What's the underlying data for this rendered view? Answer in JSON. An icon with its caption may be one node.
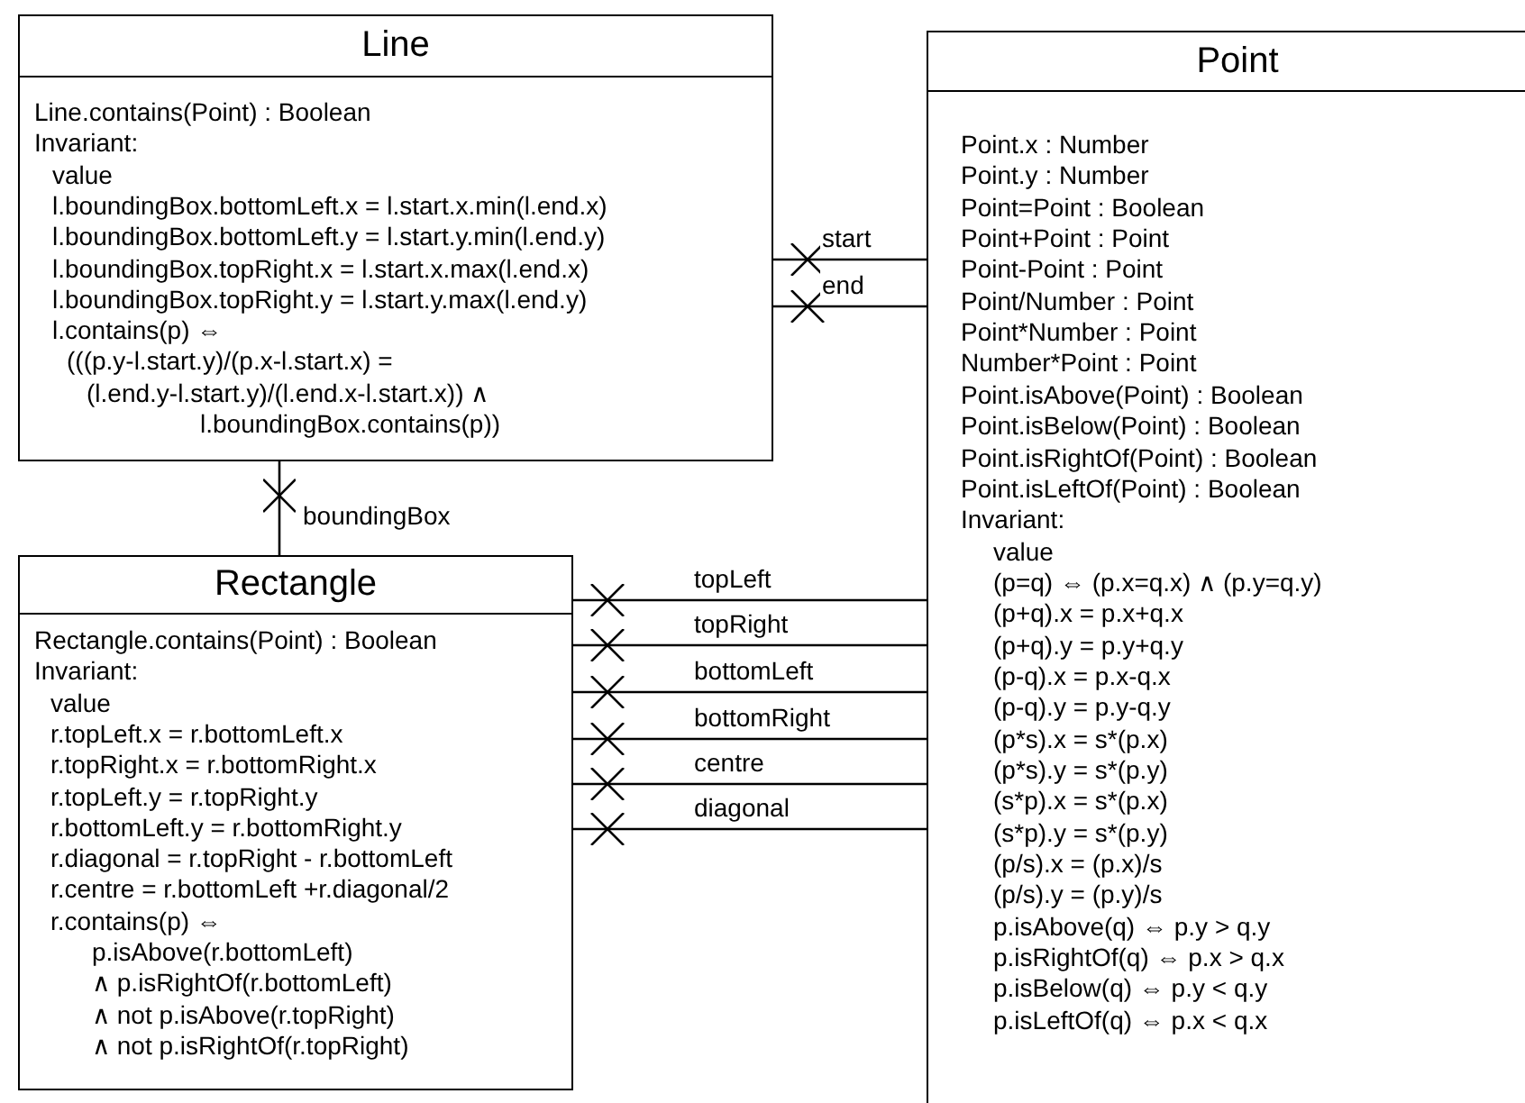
{
  "diagram": {
    "nodes": [
      {
        "text": [
          "Line",
          "Line.contains(Point) : Boolean",
          "Invariant:",
          "value",
          "l.boundingBox.bottomLeft.x = l.start.x.min(l.end.x)",
          "l.boundingBox.bottomLeft.y = l.start.y.min(l.end.y)",
          "l.boundingBox.topRight.x = l.start.x.max(l.end.x)",
          "l.boundingBox.topRight.y = l.start.y.max(l.end.y)",
          "l.contains(p) ⇔",
          "(((p.y-l.start.y)/(p.x-l.start.x) =",
          "(l.end.y-l.start.y)/(l.end.x-l.start.x)) ∧",
          "l.boundingBox.contains(p))"
        ]
      },
      {
        "text": [
          "Point",
          "Point.x : Number",
          "Point.y : Number",
          "Point=Point : Boolean",
          "Point+Point : Point",
          "Point-Point : Point",
          "Point/Number : Point",
          "Point*Number : Point",
          "Number*Point : Point",
          "Point.isAbove(Point) : Boolean",
          "Point.isBelow(Point) : Boolean",
          "Point.isRightOf(Point) : Boolean",
          "Point.isLeftOf(Point) : Boolean",
          "Invariant:",
          "value",
          "(p=q) ⇔ (p.x=q.x) ∧ (p.y=q.y)",
          "(p+q).x = p.x+q.x",
          "(p+q).y = p.y+q.y",
          "(p-q).x = p.x-q.x",
          "(p-q).y = p.y-q.y",
          "(p*s).x = s*(p.x)",
          "(p*s).y = s*(p.y)",
          "(s*p).x = s*(p.x)",
          "(s*p).y = s*(p.y)",
          "(p/s).x = (p.x)/s",
          "(p/s).y = (p.y)/s",
          "p.isAbove(q) ⇔ p.y > q.y",
          "p.isRightOf(q) ⇔ p.x > q.x",
          "p.isBelow(q) ⇔ p.y < q.y",
          "p.isLeftOf(q) ⇔ p.x < q.x"
        ]
      },
      {
        "text": [
          "Rectangle",
          "Rectangle.contains(Point) : Boolean",
          "Invariant:",
          "value",
          "r.topLeft.x = r.bottomLeft.x",
          "r.topRight.x = r.bottomRight.x",
          "r.topLeft.y = r.topRight.y",
          "r.bottomLeft.y = r.bottomRight.y",
          "r.diagonal = r.topRight - r.bottomLeft",
          "r.centre = r.bottomLeft +r.diagonal/2",
          "r.contains(p) ⇔",
          "p.isAbove(r.bottomLeft)",
          "∧ p.isRightOf(r.bottomLeft)",
          "∧ not p.isAbove(r.topRight)",
          "∧ not p.isRightOf(r.topRight)"
        ]
      }
    ],
    "edges": [
      {
        "from": 1,
        "to": 0,
        "arrow": "other",
        "label": "start"
      },
      {
        "from": 1,
        "to": 0,
        "arrow": "other",
        "label": "end"
      },
      {
        "from": 1,
        "to": 2,
        "arrow": "other",
        "label": "topLeft"
      },
      {
        "from": 1,
        "to": 2,
        "arrow": "other",
        "label": "topRight"
      },
      {
        "from": 1,
        "to": 2,
        "arrow": "other",
        "label": "bottomLeft"
      },
      {
        "from": 1,
        "to": 2,
        "arrow": "other",
        "label": "bottomRight"
      },
      {
        "from": 1,
        "to": 2,
        "arrow": "other",
        "label": "centre"
      },
      {
        "from": 1,
        "to": 2,
        "arrow": "other",
        "label": "diagonal"
      },
      {
        "from": 2,
        "to": 0,
        "arrow": "other",
        "label": "boundingBox"
      }
    ]
  }
}
